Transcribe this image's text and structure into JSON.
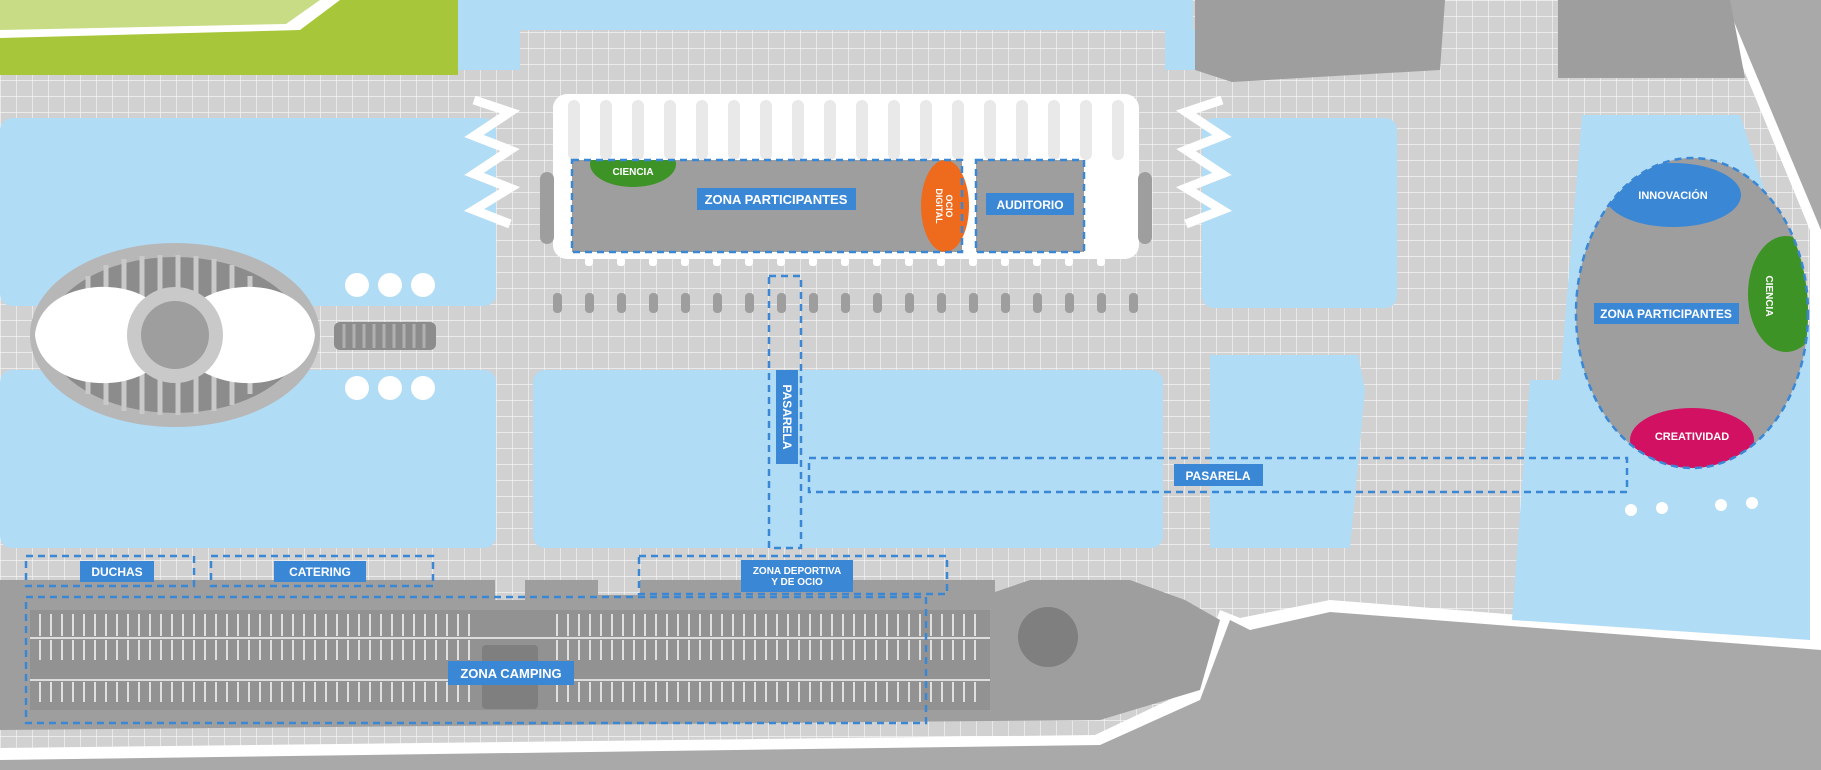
{
  "colors": {
    "water": "#b1dcf6",
    "plaza": "#d1d1d1",
    "building": "#9e9e9e",
    "label_bg": "#3a87d6",
    "ciencia": "#3d9325",
    "ocio": "#ee6a1d",
    "innovacion": "#3a87d6",
    "creatividad": "#d21163",
    "grass": "#a7c63a"
  },
  "labels": {
    "zona_participantes_main": "ZONA PARTICIPANTES",
    "ciencia_main": "CIENCIA",
    "ocio_line1": "OCIO",
    "ocio_line2": "DIGITAL",
    "auditorio": "AUDITORIO",
    "pasarela_vertical": "PASARELA",
    "pasarela_horizontal": "PASARELA",
    "duchas": "DUCHAS",
    "catering": "CATERING",
    "zona_deportiva_line1": "ZONA DEPORTIVA",
    "zona_deportiva_line2": "Y DE OCIO",
    "zona_camping": "ZONA CAMPING",
    "innovacion": "INNOVACIÓN",
    "ciencia_right": "CIENCIA",
    "zona_participantes_right": "ZONA PARTICIPANTES",
    "creatividad": "CREATIVIDAD"
  }
}
